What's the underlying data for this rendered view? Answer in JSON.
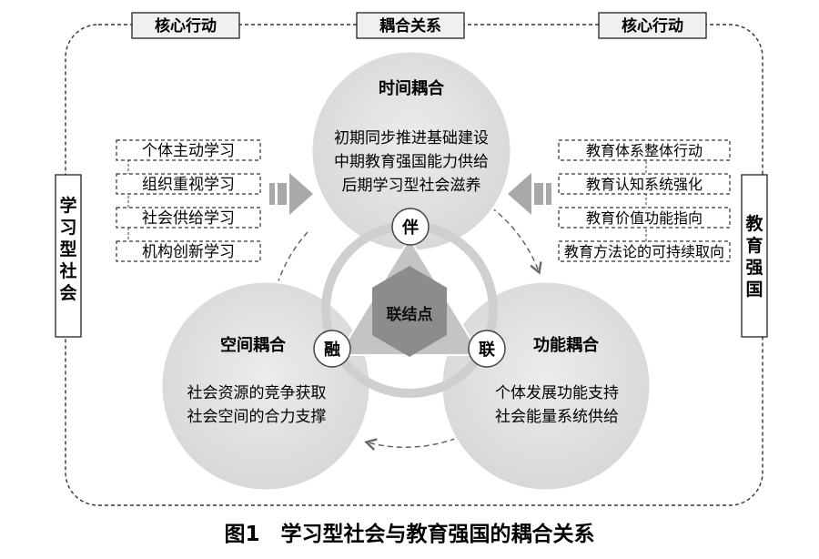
{
  "header_boxes": {
    "left": "核心行动",
    "center": "耦合关系",
    "right": "核心行动"
  },
  "side_labels": {
    "left": "学习型社会",
    "right": "教育强国"
  },
  "left_actions": [
    "个体主动学习",
    "组织重视学习",
    "社会供给学习",
    "机构创新学习"
  ],
  "right_actions": [
    "教育体系整体行动",
    "教育认知系统强化",
    "教育价值功能指向",
    "教育方法论的可持续取向"
  ],
  "circles": {
    "time": {
      "title": "时间耦合",
      "lines": [
        "初期同步推进基础建设",
        "中期教育强国能力供给",
        "后期学习型社会滋养"
      ],
      "badge": "伴"
    },
    "space": {
      "title": "空间耦合",
      "lines": [
        "社会资源的竞争获取",
        "社会空间的合力支撑"
      ],
      "badge": "融"
    },
    "function": {
      "title": "功能耦合",
      "lines": [
        "个体发展功能支持",
        "社会能量系统供给"
      ],
      "badge": "联"
    }
  },
  "center_node": "联结点",
  "caption": "图1　学习型社会与教育强国的耦合关系",
  "colors": {
    "circle_fill": "#e1e1e1",
    "hexagon": "#8c8c8c",
    "triangle": "#c4c4c4",
    "arrow": "#a8a8a8",
    "header_box_fill": "#f0f0f0"
  }
}
